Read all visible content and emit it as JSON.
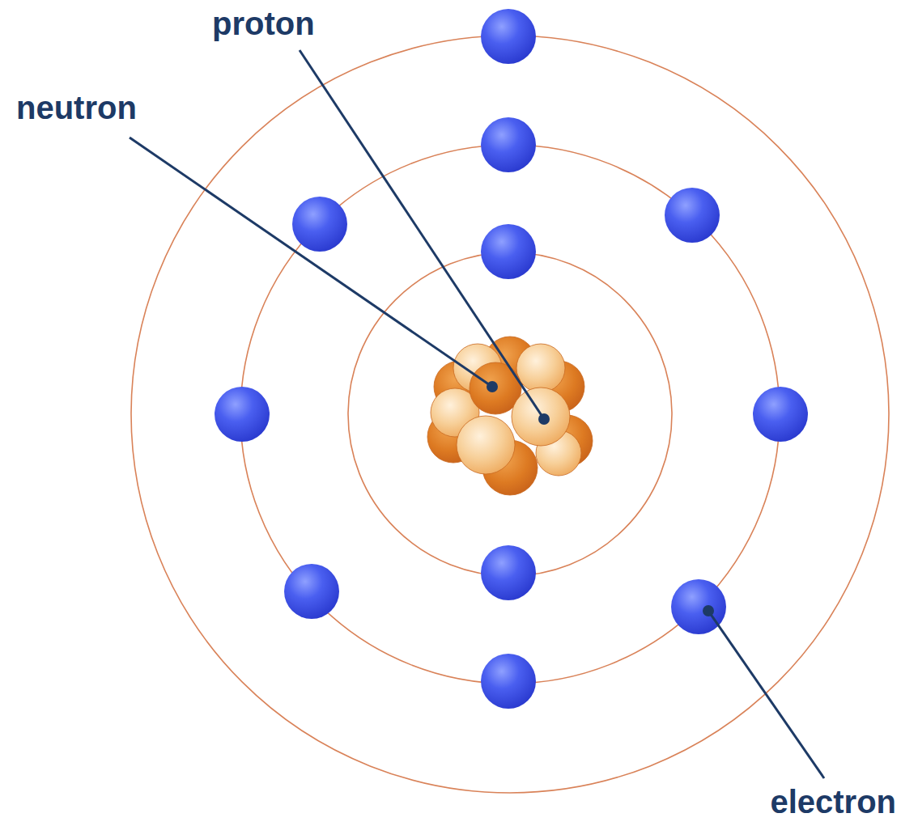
{
  "diagram": {
    "labels": [
      "proton",
      "neutron",
      "electron"
    ]
  }
}
